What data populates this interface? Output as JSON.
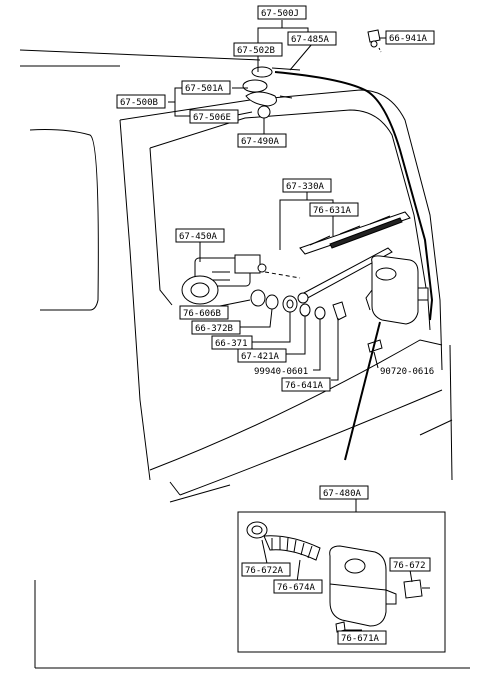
{
  "callouts": {
    "c67500J": "67-500J",
    "c67485A": "67-485A",
    "c66941A": "66-941A",
    "c67502B": "67-502B",
    "c67501A": "67-501A",
    "c67500B": "67-500B",
    "c67506E": "67-506E",
    "c67490A": "67-490A",
    "c67330A": "67-330A",
    "c76631A": "76-631A",
    "c67450A": "67-450A",
    "c76606B": "76-606B",
    "c66372B": "66-372B",
    "c66371": "66-371",
    "c67421A": "67-421A",
    "c99940": "99940-0601",
    "c76641A": "76-641A",
    "c90720": "90720-0616",
    "c67480A": "67-480A",
    "c76672A": "76-672A",
    "c76674A": "76-674A",
    "c76672": "76-672",
    "c76671A": "76-671A"
  }
}
